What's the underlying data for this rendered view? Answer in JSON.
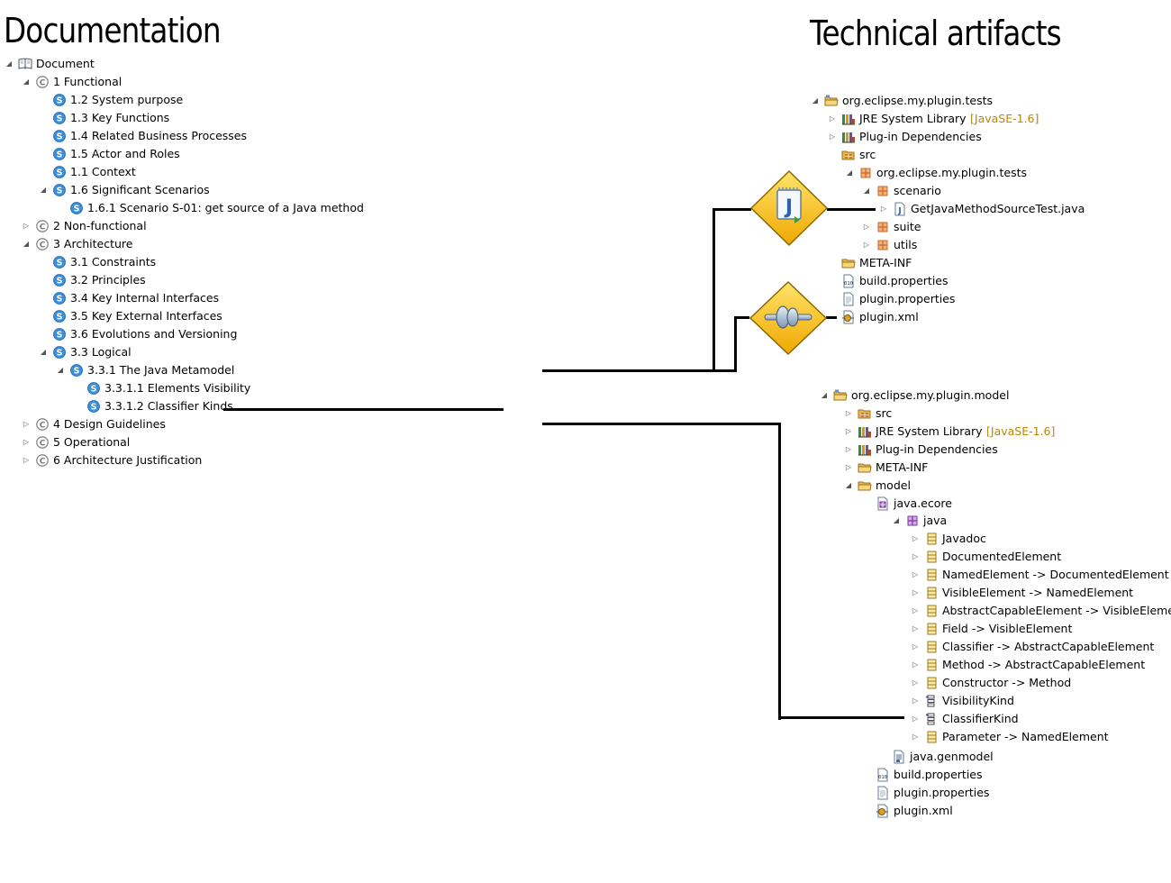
{
  "headings": {
    "left": "Documentation",
    "right": "Technical artifacts"
  },
  "colors": {
    "s_icon": "#3a8fd8",
    "c_icon_stroke": "#888888",
    "folder": "#e8b84a",
    "package": "#c86a2a",
    "diamond": "#f5c400",
    "connector": "#000000"
  },
  "doc_tree": [
    {
      "label": "Document",
      "icon": "book-icon",
      "twisty": "expanded"
    },
    {
      "label": "1 Functional",
      "icon": "chapter-icon",
      "twisty": "expanded"
    },
    {
      "label": "1.2 System purpose",
      "icon": "section-icon",
      "twisty": "none"
    },
    {
      "label": "1.3 Key Functions",
      "icon": "section-icon",
      "twisty": "none"
    },
    {
      "label": "1.4 Related Business Processes",
      "icon": "section-icon",
      "twisty": "none"
    },
    {
      "label": "1.5 Actor and Roles",
      "icon": "section-icon",
      "twisty": "none"
    },
    {
      "label": "1.1 Context",
      "icon": "section-icon",
      "twisty": "none"
    },
    {
      "label": "1.6 Significant Scenarios",
      "icon": "section-icon",
      "twisty": "expanded"
    },
    {
      "label": "1.6.1 Scenario S-01: get source of a Java method",
      "icon": "section-icon",
      "twisty": "none"
    },
    {
      "label": "2 Non-functional",
      "icon": "chapter-icon",
      "twisty": "collapsed"
    },
    {
      "label": "3 Architecture",
      "icon": "chapter-icon",
      "twisty": "expanded"
    },
    {
      "label": "3.1 Constraints",
      "icon": "section-icon",
      "twisty": "none"
    },
    {
      "label": "3.2 Principles",
      "icon": "section-icon",
      "twisty": "none"
    },
    {
      "label": "3.4 Key Internal Interfaces",
      "icon": "section-icon",
      "twisty": "none"
    },
    {
      "label": "3.5 Key External Interfaces",
      "icon": "section-icon",
      "twisty": "none"
    },
    {
      "label": "3.6 Evolutions and Versioning",
      "icon": "section-icon",
      "twisty": "none"
    },
    {
      "label": "3.3 Logical",
      "icon": "section-icon",
      "twisty": "expanded"
    },
    {
      "label": "3.3.1 The Java Metamodel",
      "icon": "section-icon",
      "twisty": "expanded"
    },
    {
      "label": "3.3.1.1 Elements Visibility",
      "icon": "section-icon",
      "twisty": "none"
    },
    {
      "label": "3.3.1.2 Classifier Kinds",
      "icon": "section-icon",
      "twisty": "none"
    },
    {
      "label": "4 Design Guidelines",
      "icon": "chapter-icon",
      "twisty": "collapsed"
    },
    {
      "label": "5 Operational",
      "icon": "chapter-icon",
      "twisty": "collapsed"
    },
    {
      "label": "6 Architecture Justification",
      "icon": "chapter-icon",
      "twisty": "collapsed"
    }
  ],
  "tests_tree": [
    {
      "label": "org.eclipse.my.plugin.tests",
      "icon": "project-icon",
      "twisty": "expanded"
    },
    {
      "label": "JRE System Library",
      "decoration": "[JavaSE-1.6]",
      "icon": "library-icon",
      "twisty": "collapsed"
    },
    {
      "label": "Plug-in Dependencies",
      "icon": "library-icon",
      "twisty": "collapsed"
    },
    {
      "label": "src",
      "icon": "source-folder-icon",
      "twisty": "none"
    },
    {
      "label": "org.eclipse.my.plugin.tests",
      "icon": "package-icon",
      "twisty": "expanded"
    },
    {
      "label": "scenario",
      "icon": "package-icon",
      "twisty": "expanded"
    },
    {
      "label": "GetJavaMethodSourceTest.java",
      "icon": "java-file-icon",
      "twisty": "collapsed"
    },
    {
      "label": "suite",
      "icon": "package-icon",
      "twisty": "collapsed"
    },
    {
      "label": "utils",
      "icon": "package-icon",
      "twisty": "collapsed"
    },
    {
      "label": "META-INF",
      "icon": "folder-icon",
      "twisty": "none"
    },
    {
      "label": "build.properties",
      "icon": "binary-file-icon",
      "twisty": "none"
    },
    {
      "label": "plugin.properties",
      "icon": "text-file-icon",
      "twisty": "none"
    },
    {
      "label": "plugin.xml",
      "icon": "plugin-xml-icon",
      "twisty": "none"
    }
  ],
  "model_tree": [
    {
      "label": "org.eclipse.my.plugin.model",
      "icon": "project-icon",
      "twisty": "expanded"
    },
    {
      "label": "src",
      "icon": "source-folder-icon",
      "twisty": "collapsed"
    },
    {
      "label": "JRE System Library",
      "decoration": "[JavaSE-1.6]",
      "icon": "library-icon",
      "twisty": "collapsed"
    },
    {
      "label": "Plug-in Dependencies",
      "icon": "library-icon",
      "twisty": "collapsed"
    },
    {
      "label": "META-INF",
      "icon": "folder-icon",
      "twisty": "collapsed"
    },
    {
      "label": "model",
      "icon": "folder-icon",
      "twisty": "expanded"
    },
    {
      "label": "java.ecore",
      "icon": "ecore-file-icon",
      "twisty": "none"
    },
    {
      "label": "java",
      "icon": "epackage-icon",
      "twisty": "expanded"
    },
    {
      "label": "Javadoc",
      "icon": "eclass-icon",
      "twisty": "collapsed"
    },
    {
      "label": "DocumentedElement",
      "icon": "eclass-icon",
      "twisty": "collapsed"
    },
    {
      "label": "NamedElement -> DocumentedElement",
      "icon": "eclass-icon",
      "twisty": "collapsed"
    },
    {
      "label": "VisibleElement -> NamedElement",
      "icon": "eclass-icon",
      "twisty": "collapsed"
    },
    {
      "label": "AbstractCapableElement -> VisibleElement",
      "icon": "eclass-icon",
      "twisty": "collapsed"
    },
    {
      "label": "Field -> VisibleElement",
      "icon": "eclass-icon",
      "twisty": "collapsed"
    },
    {
      "label": "Classifier -> AbstractCapableElement",
      "icon": "eclass-icon",
      "twisty": "collapsed"
    },
    {
      "label": "Method -> AbstractCapableElement",
      "icon": "eclass-icon",
      "twisty": "collapsed"
    },
    {
      "label": "Constructor -> Method",
      "icon": "eclass-icon",
      "twisty": "collapsed"
    },
    {
      "label": "VisibilityKind",
      "icon": "eenum-icon",
      "twisty": "collapsed"
    },
    {
      "label": "ClassifierKind",
      "icon": "eenum-icon",
      "twisty": "collapsed"
    },
    {
      "label": "Parameter -> NamedElement",
      "icon": "eclass-icon",
      "twisty": "collapsed"
    },
    {
      "label": "java.genmodel",
      "icon": "genmodel-file-icon",
      "twisty": "none"
    },
    {
      "label": "build.properties",
      "icon": "binary-file-icon",
      "twisty": "none"
    },
    {
      "label": "plugin.properties",
      "icon": "text-file-icon",
      "twisty": "none"
    },
    {
      "label": "plugin.xml",
      "icon": "plugin-xml-icon",
      "twisty": "none"
    }
  ],
  "badges": [
    {
      "name": "java-test-badge",
      "icon": "java-source-icon",
      "glyph": "J"
    },
    {
      "name": "plugin-connector-badge",
      "icon": "plug-connector-icon"
    }
  ]
}
